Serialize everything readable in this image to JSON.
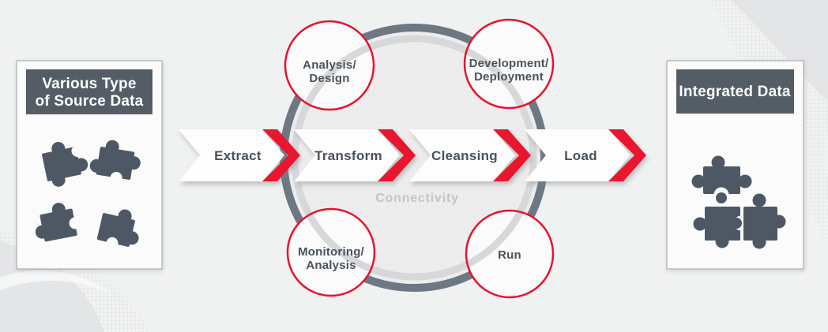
{
  "diagram": {
    "title_semantic": "ETL data integration process diagram",
    "source_card": {
      "title_line1": "Various Type",
      "title_line2": "of Source Data",
      "icon": "scattered-puzzle-pieces"
    },
    "integrated_card": {
      "title": "Integrated Data",
      "icon": "assembled-puzzle-pieces"
    },
    "hub": {
      "label": "Connectivity"
    },
    "steps": [
      {
        "label": "Extract"
      },
      {
        "label": "Transform"
      },
      {
        "label": "Cleansing"
      },
      {
        "label": "Load"
      }
    ],
    "phases": [
      {
        "line1": "Analysis/",
        "line2": "Design"
      },
      {
        "line1": "Development/",
        "line2": "Deployment"
      },
      {
        "line1": "Monitoring/",
        "line2": "Analysis"
      },
      {
        "line1": "Run",
        "line2": ""
      }
    ],
    "colors": {
      "accent_red": "#e8132e",
      "slate_dark": "#4e5864",
      "header_bg": "#545d66",
      "ring_dark": "#6d7883",
      "ring_light": "#d6d8da",
      "background": "#f0f1f1",
      "card_bg": "#fbfbfc"
    }
  }
}
